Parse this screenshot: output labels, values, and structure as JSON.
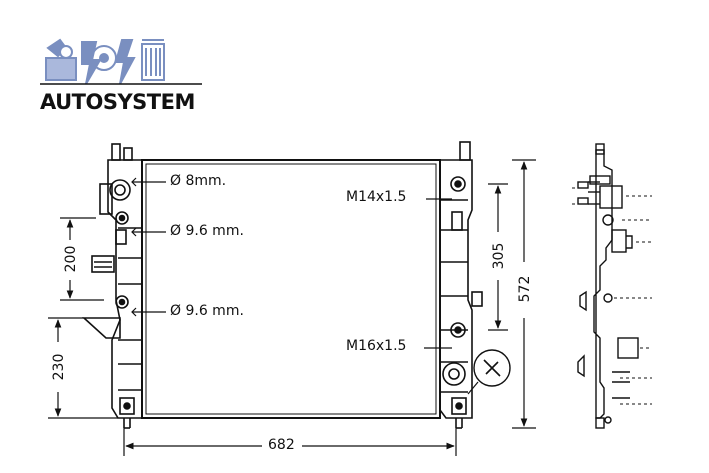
{
  "logo": {
    "text": "AUTOSYSTEM",
    "accent_color": "#7a8fc0"
  },
  "callouts": {
    "inlet_upper": "Ø 8mm.",
    "inlet_mid": "Ø 9.6 mm.",
    "inlet_low": "Ø 9.6 mm.",
    "thread_top": "M14x1.5",
    "thread_bottom": "M16x1.5"
  },
  "dimensions": {
    "width": "682",
    "height_total": "572",
    "height_right": "305",
    "height_left_upper": "200",
    "height_left_lower": "230"
  },
  "colors": {
    "line": "#111111",
    "logo_blue": "#7a8fc0"
  }
}
